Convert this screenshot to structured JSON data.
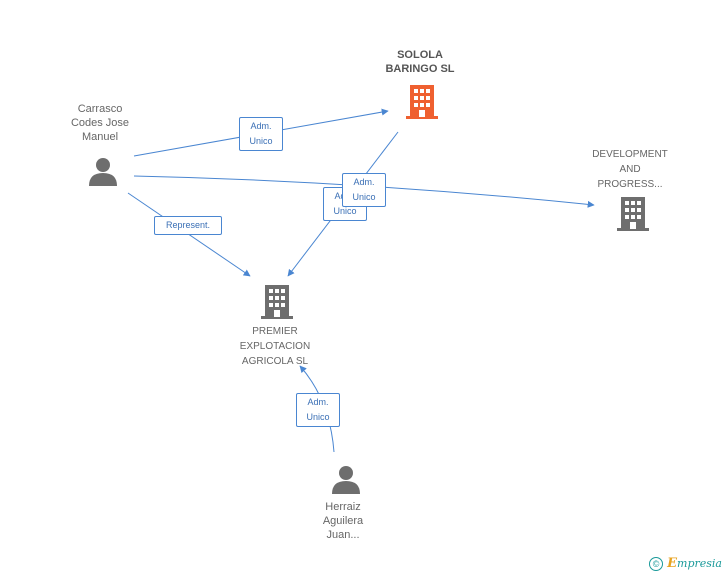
{
  "colors": {
    "edge": "#4a86d1",
    "company_main": "#ef6030",
    "company": "#6e6e6e",
    "person": "#6e6e6e"
  },
  "nodes": {
    "solola": {
      "label": "SOLOLA\nBARINGO SL",
      "icon": "building-icon"
    },
    "development": {
      "label": "DEVELOPMENT\nAND\nPROGRESS...",
      "icon": "building-icon"
    },
    "premier": {
      "label": "PREMIER\nEXPLOTACION\nAGRICOLA  SL",
      "icon": "building-icon"
    },
    "carrasco": {
      "label": "Carrasco\nCodes Jose\nManuel",
      "icon": "person-icon"
    },
    "herraiz": {
      "label": "Herraiz\nAguilera\nJuan...",
      "icon": "person-icon"
    }
  },
  "edges": {
    "carrasco_solola": "Adm.\nUnico",
    "carrasco_development": "Adm.\nUnico",
    "solola_premier": "Adm.\nUnico",
    "carrasco_premier": "Represent.",
    "herraiz_premier": "Adm.\nUnico"
  },
  "footer": {
    "copyright_symbol": "©",
    "brand_initial": "E",
    "brand_rest": "mpresia"
  }
}
